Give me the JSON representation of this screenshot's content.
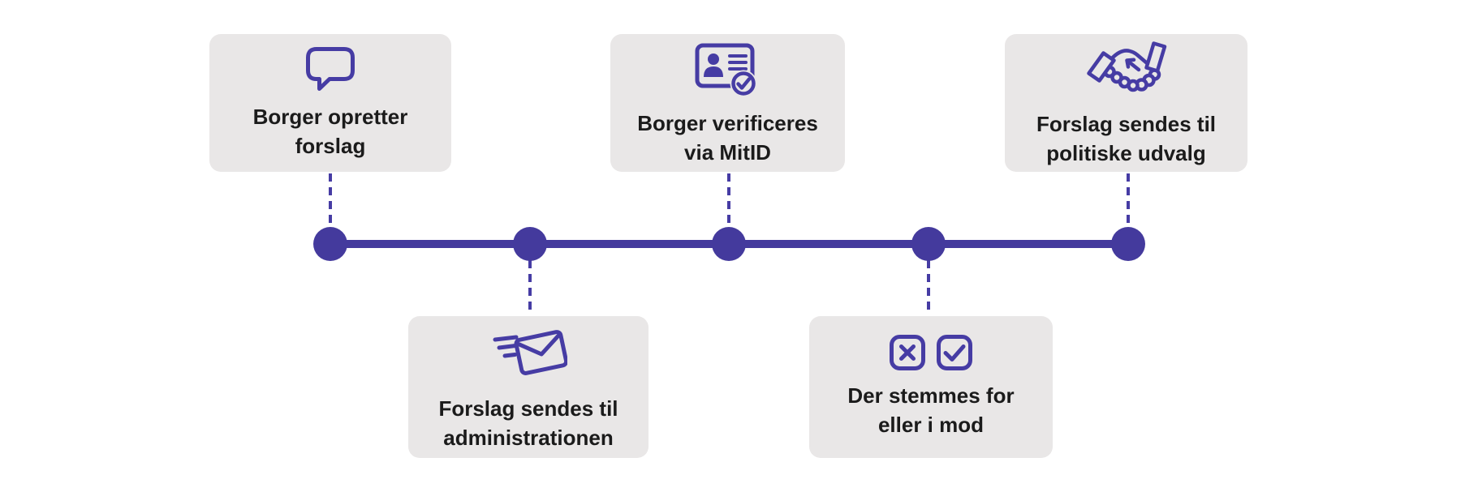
{
  "diagram": {
    "type": "timeline",
    "node_count": 5,
    "colors": {
      "accent_line": "#443A9D",
      "icon_stroke": "#463CA4",
      "card_background": "#E9E7E7",
      "text": "#1B1B1B",
      "page_background": "#FFFFFF"
    }
  },
  "steps": [
    {
      "label": "Borger opretter\nforslag",
      "icon": "speech-bubble-icon",
      "side": "above"
    },
    {
      "label": "Forslag sendes til\nadministrationen",
      "icon": "envelope-send-icon",
      "side": "below"
    },
    {
      "label": "Borger verificeres\nvia MitID",
      "icon": "id-card-check-icon",
      "side": "above"
    },
    {
      "label": "Der stemmes for\neller i mod",
      "icon": "vote-checkboxes-icon",
      "side": "below"
    },
    {
      "label": "Forslag sendes til\npolitiske udvalg",
      "icon": "handshake-icon",
      "side": "above"
    }
  ]
}
